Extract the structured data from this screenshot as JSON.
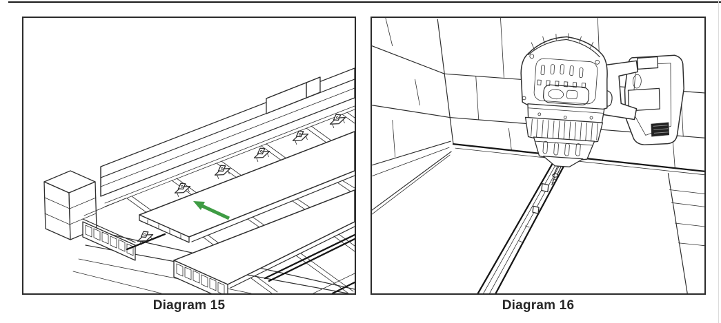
{
  "page": {
    "background": "#ffffff",
    "top_rule_color": "#1b1b1b",
    "frame_border_color": "#2b2b2b",
    "caption_color": "#262626"
  },
  "illustration": {
    "line_color": "#2e2e2e",
    "arrow_color": "#3f9c44"
  },
  "figures": [
    {
      "caption": "Diagram 15",
      "illustration": "deck-board-sliding-into-clips",
      "elements": [
        "rim-beam",
        "blocking",
        "joists",
        "hidden-fastener-clips",
        "grooved-board-end-profiles",
        "slide-direction-arrow",
        "deck-boards",
        "corner-post-fascia"
      ]
    },
    {
      "caption": "Diagram 16",
      "illustration": "drill-driving-clip-screw",
      "elements": [
        "wall-corner",
        "deck-boards",
        "board-gap-clips",
        "cordless-drill",
        "battery-pack",
        "screw"
      ]
    }
  ]
}
